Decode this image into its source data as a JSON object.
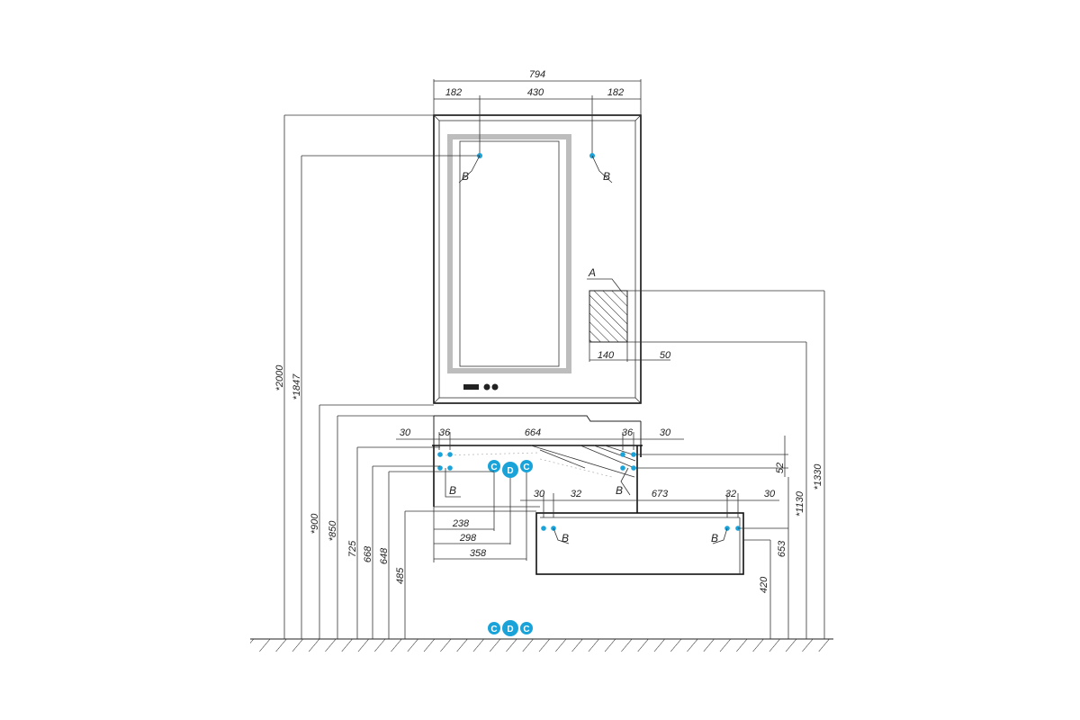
{
  "colors": {
    "accent": "#1aa3d9",
    "line": "#222222",
    "mirror_glow": "#bdbdbd"
  },
  "top_dims": {
    "overall": "794",
    "left": "182",
    "center": "430",
    "right": "182"
  },
  "labels": {
    "a": "A",
    "b": "B",
    "c": "C",
    "d": "D"
  },
  "hatch_dims": {
    "width": "140",
    "offset": "50"
  },
  "shelf_dims": {
    "left_30": "30",
    "left_36": "36",
    "span": "664",
    "right_36": "36",
    "right_30": "30",
    "depth_52": "52"
  },
  "drawer_dims": {
    "left_30": "30",
    "left_32": "32",
    "span": "673",
    "right_32": "32",
    "right_30": "30"
  },
  "horizontal_dims": {
    "d238": "238",
    "d298": "298",
    "d358": "358"
  },
  "left_heights": [
    "*2000",
    "*1847",
    "*900",
    "*850",
    "725",
    "668",
    "648",
    "485"
  ],
  "right_heights": [
    "*1330",
    "*1130",
    "653",
    "420"
  ]
}
